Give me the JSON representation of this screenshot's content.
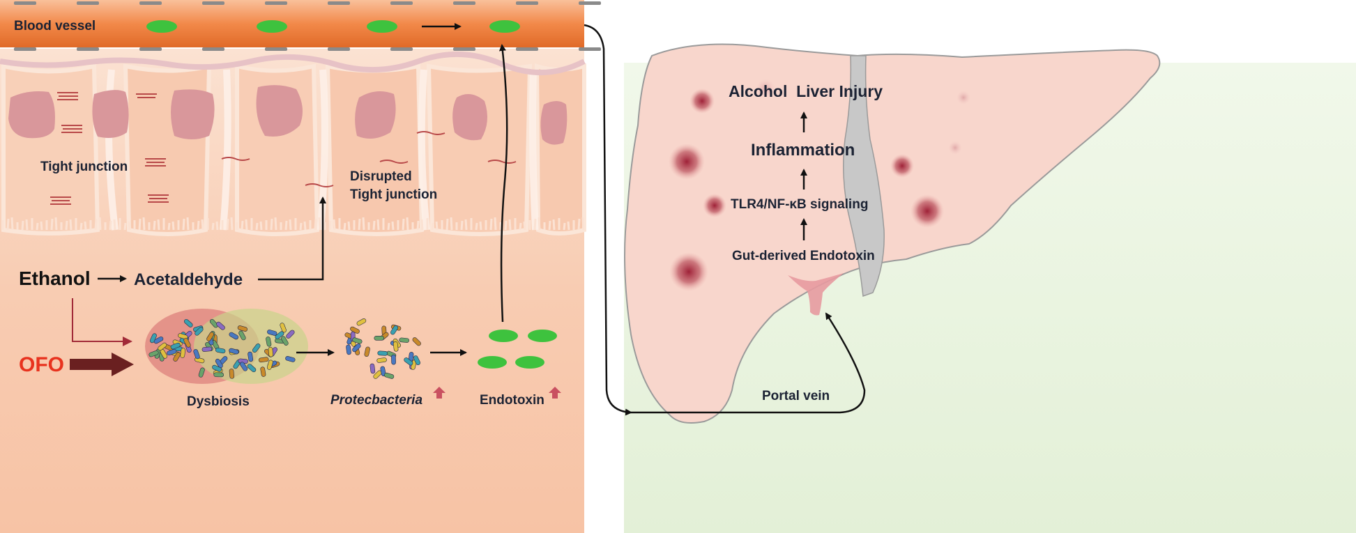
{
  "gut": {
    "blood_vessel": "Blood vessel",
    "tight_junction": "Tight junction",
    "disrupted_line1": "Disrupted",
    "disrupted_line2": "Tight junction",
    "ethanol": "Ethanol",
    "acetaldehyde": "Acetaldehyde",
    "ofo": "OFO",
    "dysbiosis": "Dysbiosis",
    "protecbacteria": "Protecbacteria",
    "endotoxin": "Endotoxin"
  },
  "liver": {
    "alcohol_liver_injury": "Alcohol  Liver Injury",
    "inflammation": "Inflammation",
    "tlr4_signaling": "TLR4/NF-κB signaling",
    "gut_derived_endotoxin": "Gut-derived Endotoxin",
    "portal_vein": "Portal vein"
  },
  "colors": {
    "vessel": "#f2894a",
    "epithelium": "#f8cdb2",
    "nucleus": "#d9979b",
    "liver_fill": "#f8d6cc",
    "liver_bg": "#e9f4df",
    "endotoxin_green": "#3ec23e",
    "ofo_red": "#e8321e",
    "arrow_dark": "#6a2020",
    "arrow_red": "#a12a38"
  }
}
